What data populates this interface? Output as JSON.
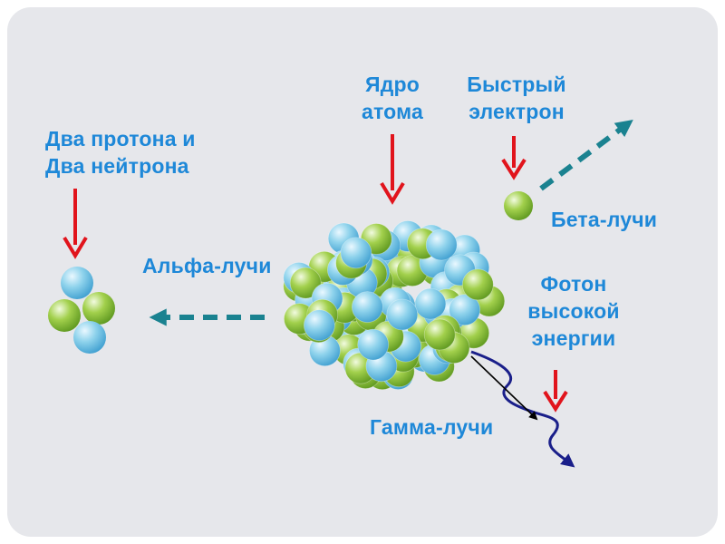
{
  "colors": {
    "background": "#e6e7eb",
    "label_text": "#1e88d8",
    "pointer_arrow": "#e1141c",
    "alpha_beta_ray": "#1a8290",
    "gamma_ray": "#1a1f8a",
    "proton": "#8fd3ec",
    "neutron": "#8cc63e"
  },
  "labels": {
    "nucleus": "Ядро\nатома",
    "fast_electron": "Быстрый\nэлектрон",
    "two_protons_two_neutrons": "Два протона и\nДва нейтрона",
    "alpha_rays": "Альфа-лучи",
    "beta_rays": "Бета-лучи",
    "high_energy_photon": "Фотон\nвысокой\nэнергии",
    "gamma_rays": "Гамма-лучи"
  },
  "icons": {
    "pointer": "red-down-arrow-icon",
    "alpha_ray": "dashed-teal-arrow-icon",
    "beta_ray": "dashed-teal-arrow-icon",
    "gamma_ray": "wavy-blue-arrow-icon"
  }
}
